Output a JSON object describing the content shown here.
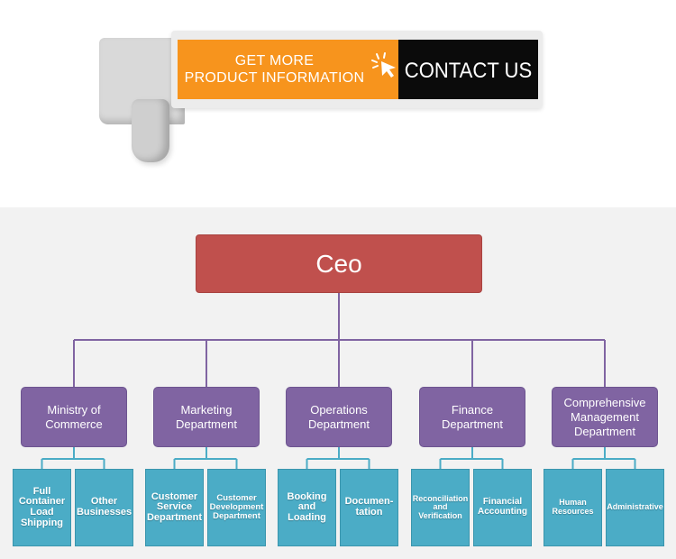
{
  "banner": {
    "info_line1": "GET MORE",
    "info_line2": "PRODUCT INFORMATION",
    "contact_label": "CONTACT US",
    "colors": {
      "orange": "#f7941d",
      "black": "#0b0b0b"
    },
    "cursor_icon": "click-cursor-icon"
  },
  "org_chart": {
    "root": "Ceo",
    "departments": [
      {
        "name": "Ministry of Commerce",
        "subs": [
          "Full Container Load Shipping",
          "Other Businesses"
        ]
      },
      {
        "name": "Marketing Department",
        "subs": [
          "Customer Service Department",
          "Customer Development Department"
        ]
      },
      {
        "name": "Operations Department",
        "subs": [
          "Booking and Loading",
          "Documen-tation"
        ]
      },
      {
        "name": "Finance Department",
        "subs": [
          "Reconciliation and Verification",
          "Financial Accounting"
        ]
      },
      {
        "name": "Comprehensive Management Department",
        "subs": [
          "Human Resources",
          "Administrative"
        ]
      }
    ],
    "colors": {
      "root": "#c0504d",
      "department": "#8064a2",
      "sub": "#4bacc6",
      "connector": "#8064a2",
      "sub_connector": "#4bacc6"
    }
  }
}
